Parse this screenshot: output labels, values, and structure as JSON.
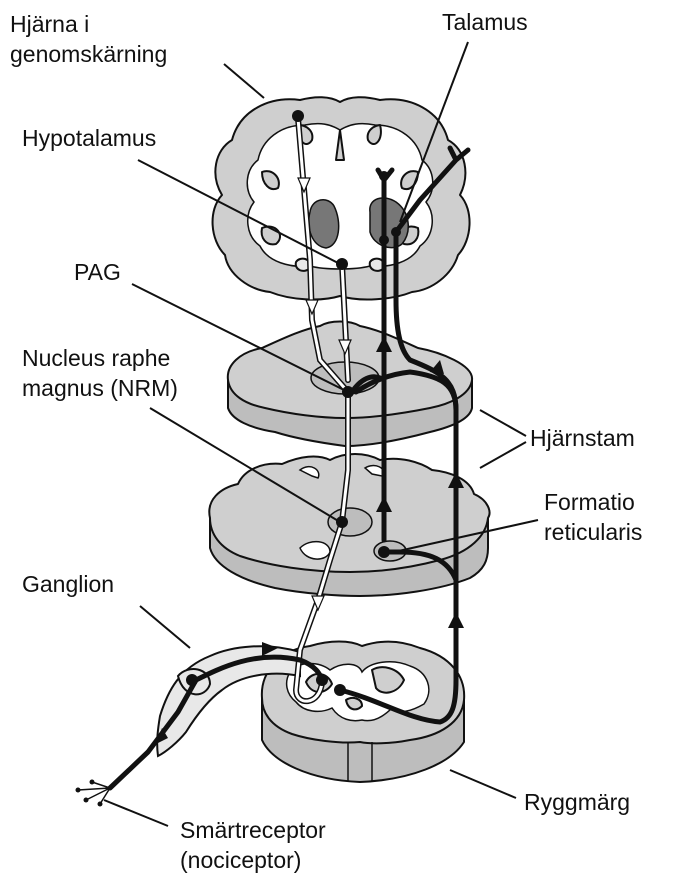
{
  "labels": {
    "brain_section": [
      "Hjärna i",
      "genomskärning"
    ],
    "talamus": "Talamus",
    "hypotalamus": "Hypotalamus",
    "pag": "PAG",
    "nrm": [
      "Nucleus raphe",
      "magnus (NRM)"
    ],
    "hjarnstam": "Hjärnstam",
    "formatio": [
      "Formatio",
      "reticularis"
    ],
    "ganglion": "Ganglion",
    "ryggmarg": "Ryggmärg",
    "smartreceptor": [
      "Smärtreceptor",
      "(nociceptor)"
    ]
  },
  "colors": {
    "tissue_gray": "#cfcfcf",
    "tissue_dark": "#777777",
    "pathway_black": "#111111",
    "pathway_white": "#ffffff"
  }
}
